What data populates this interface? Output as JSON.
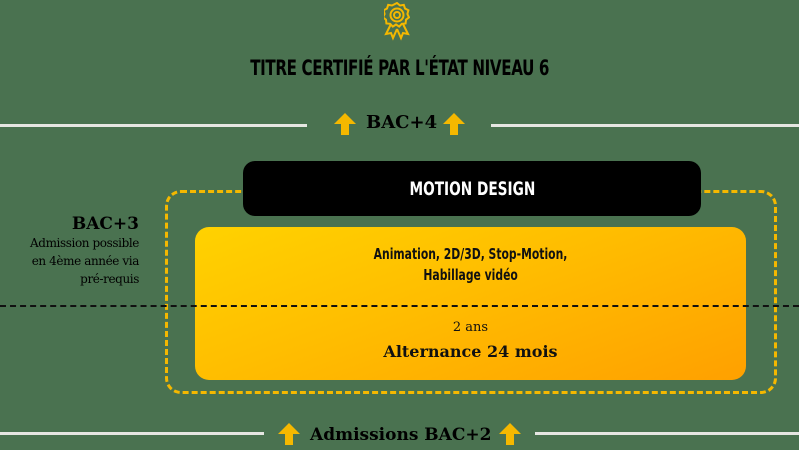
{
  "header": {
    "icon": "award-ribbon-icon",
    "title": "TITRE CERTIFIÉ PAR L'ÉTAT NIVEAU 6"
  },
  "top_level": {
    "label": "BAC+4",
    "arrow_icon": "arrow-up-icon"
  },
  "program": {
    "title": "MOTION DESIGN",
    "courses_line1": "Animation, 2D/3D, Stop-Motion,",
    "courses_line2": "Habillage vidéo",
    "duration": "2 ans",
    "format": "Alternance 24 mois"
  },
  "side_entry": {
    "label": "BAC+3",
    "line1": "Admission possible",
    "line2": "en 4ème année via",
    "line3": "pré-requis"
  },
  "bottom_level": {
    "label": "Admissions BAC+2",
    "arrow_icon": "arrow-up-icon"
  },
  "colors": {
    "background": "#4a7250",
    "accent_yellow": "#f5b800",
    "gradient_start": "#ffd200",
    "gradient_end": "#ffa000",
    "dark_box": "#000000",
    "line": "#e6e6e2"
  }
}
